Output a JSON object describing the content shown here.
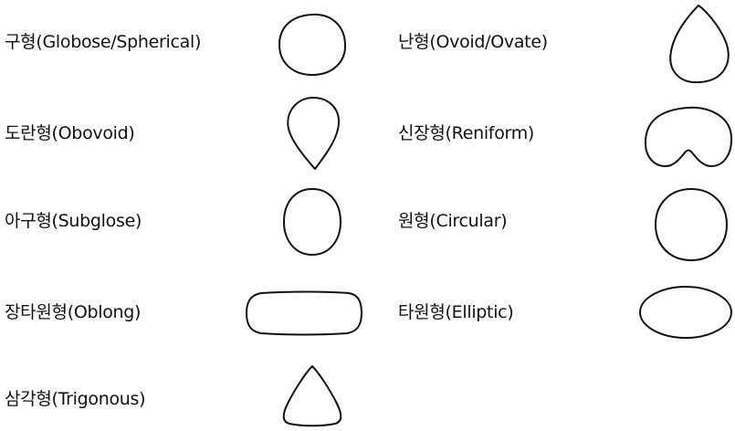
{
  "items": [
    {
      "id": "globose",
      "label": "구형(Globose/Spherical)"
    },
    {
      "id": "ovoid",
      "label": "난형(Ovoid/Ovate)"
    },
    {
      "id": "obovoid",
      "label": "도란형(Obovoid)"
    },
    {
      "id": "reniform",
      "label": "신장형(Reniform)"
    },
    {
      "id": "subglose",
      "label": "아구형(Subglose)"
    },
    {
      "id": "circular",
      "label": "원형(Circular)"
    },
    {
      "id": "oblong",
      "label": "장타원형(Oblong)"
    },
    {
      "id": "elliptic",
      "label": "타원형(Elliptic)"
    },
    {
      "id": "trigonous",
      "label": "삼각형(Trigonous)"
    }
  ],
  "colors": {
    "stroke": "#111111",
    "text": "#111111",
    "background": "#ffffff"
  }
}
